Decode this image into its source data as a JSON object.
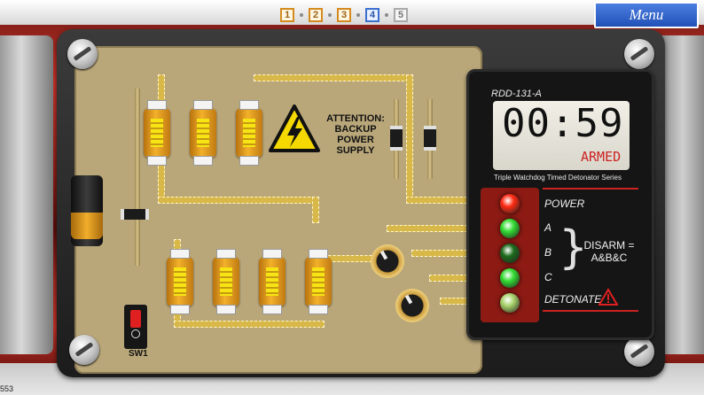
{
  "steps": [
    "1",
    "2",
    "3",
    "4",
    "5"
  ],
  "active_step": 4,
  "menu_label": "Menu",
  "board": {
    "warning_text": "ATTENTION:\nBACKUP\nPOWER\nSUPPLY",
    "switch_label": "SW1"
  },
  "detonator": {
    "model": "RDD-131-A",
    "timer": "00:59",
    "state": "ARMED",
    "series": "Triple Watchdog Timed Detonator Series",
    "power_label": "POWER",
    "wire_labels": [
      "A",
      "B",
      "C"
    ],
    "disarm_text": "DISARM =\nA&B&C",
    "detonate_label": "DETONATE",
    "leds": [
      {
        "name": "power",
        "color": "#ff2a12"
      },
      {
        "name": "a",
        "color": "#33dd33"
      },
      {
        "name": "b",
        "color": "#1c6b1c"
      },
      {
        "name": "c",
        "color": "#33dd33"
      },
      {
        "name": "detonate",
        "color": "#a8d26a"
      }
    ]
  },
  "corner_text": "553"
}
